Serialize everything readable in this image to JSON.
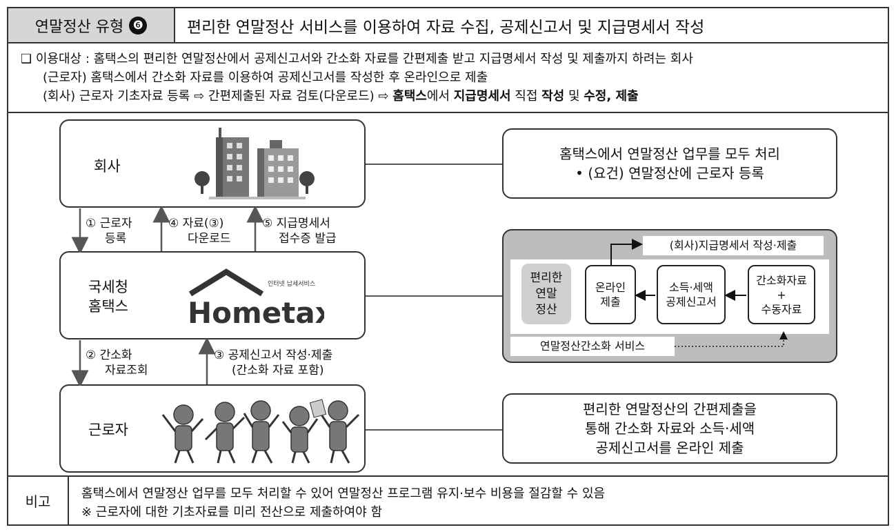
{
  "header": {
    "type_label": "연말정산 유형",
    "type_number": "❻",
    "title": "편리한 연말정산 서비스를 이용하여 자료 수집, 공제신고서 및 지급명세서 작성"
  },
  "info": {
    "bullet": "❑",
    "line1": "이용대상 : 홈택스의 편리한 연말정산에서 공제신고서와 간소화 자료를 간편제출 받고 지급명세서 작성 및 제출까지 하려는 회사",
    "line2": "(근로자) 홈택스에서 간소화 자료를 이용하여 공제신고서를 작성한 후 온라인으로 제출",
    "line3_a": "(회사) 근로자 기초자료 등록 ⇨ 간편제출된 자료 검토(다운로드) ⇨ ",
    "line3_b": "홈택스",
    "line3_c": "에서 ",
    "line3_d": "지급명세서",
    "line3_e": " 직접 ",
    "line3_f": "작성",
    "line3_g": " 및 ",
    "line3_h": "수정, 제출"
  },
  "nodes": {
    "company": "회사",
    "nts_line1": "국세청",
    "nts_line2": "홈택스",
    "worker": "근로자",
    "hometax_logo": "Hometax.",
    "hometax_tag": "인터넷 납세서비스"
  },
  "arrows": {
    "a1_l1": "① 근로자",
    "a1_l2": "등록",
    "a4_l1": "④ 자료(③)",
    "a4_l2": "다운로드",
    "a5_l1": "⑤ 지급명세서",
    "a5_l2": "접수증 발급",
    "a2_l1": "② 간소화",
    "a2_l2": "자료조회",
    "a3_l1": "③ 공제신고서 작성·제출",
    "a3_l2": "(간소화 자료 포함)"
  },
  "right": {
    "company_l1": "홈택스에서 연말정산 업무를 모두 처리",
    "company_l2": "• (요건) 연말정산에 근로자 등록",
    "flow_top": "(회사)지급명세서 작성·제출",
    "flow_side_l1": "편리한",
    "flow_side_l2": "연말",
    "flow_side_l3": "정산",
    "flow_box1_l1": "온라인",
    "flow_box1_l2": "제출",
    "flow_box2_l1": "소득·세액",
    "flow_box2_l2": "공제신고서",
    "flow_box3_l1": "간소화자료",
    "flow_box3_l2": "+",
    "flow_box3_l3": "수동자료",
    "flow_bottom": "연말정산간소화 서비스",
    "worker_l1": "편리한 연말정산의 간편제출을",
    "worker_l2": "통해 간소화 자료와 소득·세액",
    "worker_l3": "공제신고서를 온라인 제출"
  },
  "footer": {
    "label": "비고",
    "line1": "홈택스에서 연말정산 업무를 모두 처리할 수 있어 연말정산 프로그램 유지·보수 비용을 절감할 수 있음",
    "line2": "※ 근로자에 대한 기초자료를 미리 전산으로 제출하여야 함"
  }
}
